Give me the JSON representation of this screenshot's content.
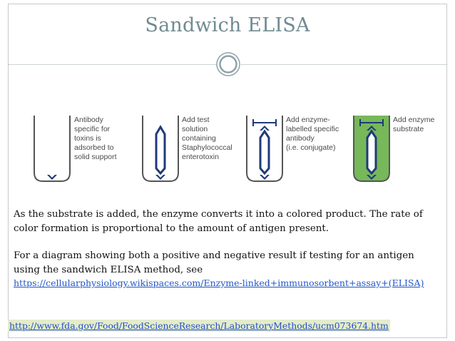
{
  "slide": {
    "title": "Sandwich ELISA",
    "ornament_icon": "double-circle-icon"
  },
  "steps": [
    {
      "label": "Antibody\nspecific for\ntoxins is\nadsorbed to\nsolid support"
    },
    {
      "label": "Add test\nsolution\ncontaining\nStaphylococcal\nenterotoxin"
    },
    {
      "label": "Add enzyme-\nlabelled specific\nantibody\n(i.e. conjugate)"
    },
    {
      "label": "Add enzyme\nsubstrate"
    }
  ],
  "colors": {
    "title": "#6f8b92",
    "well_outline": "#555555",
    "antibody": "#1f3a7a",
    "substrate_fill": "#77b85a",
    "link": "#1f56c8",
    "footer_highlight": "#e4ecc9"
  },
  "body": {
    "paragraph1": "As the substrate is added, the enzyme converts it into a colored product. The rate of color formation is proportional to the amount of antigen present.",
    "paragraph2": "For a diagram showing both a positive and negative result if testing for an antigen using the sandwich ELISA method, see",
    "link_text": "https://cellularphysiology.wikispaces.com/Enzyme-linked+immunosorbent+assay+(ELISA)"
  },
  "footer": {
    "link_text": "http://www.fda.gov/Food/FoodScienceResearch/LaboratoryMethods/ucm073674.htm"
  }
}
